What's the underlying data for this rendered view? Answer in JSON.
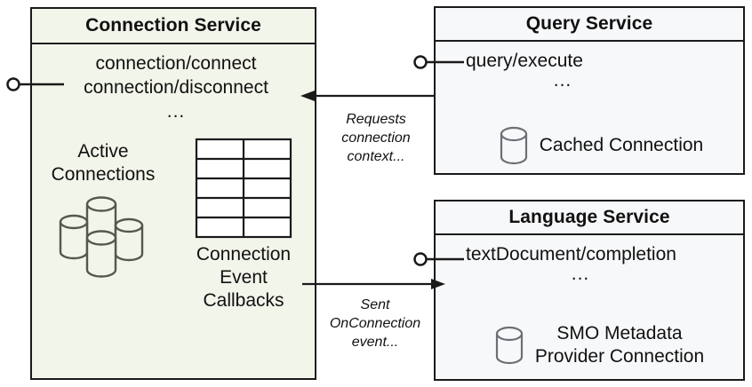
{
  "diagram": {
    "type": "component-diagram",
    "background_color": "#ffffff",
    "line_color": "#1a1a1a",
    "components": [
      {
        "id": "connection-service",
        "title": "Connection Service",
        "fill_color": "#f2f5ea",
        "operations": "connection/connect\nconnection/disconnect",
        "ellipsis": "...",
        "artifacts": [
          {
            "id": "active-connections",
            "label": "Active\nConnections",
            "icon": "database-cluster-icon"
          },
          {
            "id": "connection-callbacks",
            "label": "Connection\nEvent\nCallbacks",
            "icon": "table-grid-icon"
          }
        ]
      },
      {
        "id": "query-service",
        "title": "Query Service",
        "fill_color": "#f7f8fa",
        "operations": "query/execute",
        "ellipsis": "...",
        "artifacts": [
          {
            "id": "cached-connection",
            "label": "Cached Connection",
            "icon": "database-cylinder-icon"
          }
        ]
      },
      {
        "id": "language-service",
        "title": "Language Service",
        "fill_color": "#f7f8fa",
        "operations": "textDocument/completion",
        "ellipsis": "...",
        "artifacts": [
          {
            "id": "smo-connection",
            "label": "SMO Metadata\nProvider Connection",
            "icon": "database-cylinder-icon"
          }
        ]
      }
    ],
    "edges": [
      {
        "id": "requests-connection-context",
        "label": "Requests\nconnection\ncontext...",
        "from": "query-service",
        "to": "connection-service",
        "style": "italic"
      },
      {
        "id": "sent-onconnection-event",
        "label": "Sent\nOnConnection\nevent...",
        "from": "connection-service",
        "to": "language-service",
        "style": "italic"
      }
    ],
    "interfaces": [
      {
        "id": "connection-service-interface",
        "attached_to": "connection-service",
        "shape": "lollipop"
      },
      {
        "id": "query-service-interface",
        "attached_to": "query-service",
        "shape": "lollipop"
      },
      {
        "id": "language-service-interface",
        "attached_to": "language-service",
        "shape": "lollipop"
      }
    ]
  }
}
